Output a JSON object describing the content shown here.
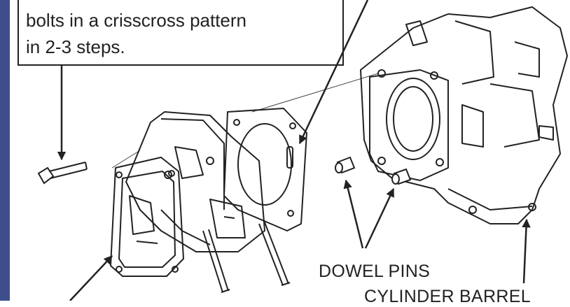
{
  "colors": {
    "accent_strip": "#3e4e8c",
    "ink": "#222222",
    "background": "#ffffff"
  },
  "note": {
    "line1": "bolts in a crisscross pattern",
    "line2": "in 2-3 steps."
  },
  "labels": {
    "dowel_pins": "DOWEL PINS",
    "cylinder_barrel": "CYLINDER BARREL"
  },
  "icons": [
    "arrow-icon",
    "bolt-icon",
    "dowel-pin-icon",
    "cylinder-head-drawing",
    "gasket-drawing",
    "cylinder-barrel-drawing"
  ]
}
